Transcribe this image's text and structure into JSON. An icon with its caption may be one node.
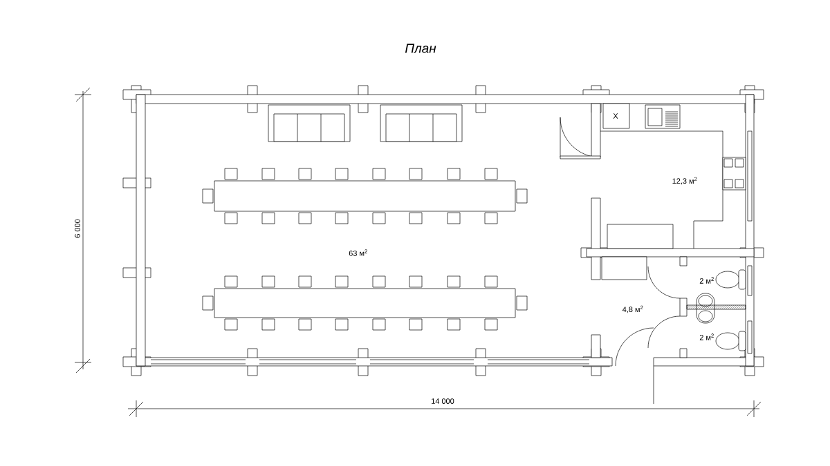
{
  "diagram": {
    "title": "План",
    "labels": [
      "X",
      "12,3 м$^{2}$",
      "6 000",
      "63 м$^{2}$",
      "2 м$^{2}$",
      "4,8 м$^{2}$",
      "2 м$^{2}$",
      "14 000"
    ]
  }
}
